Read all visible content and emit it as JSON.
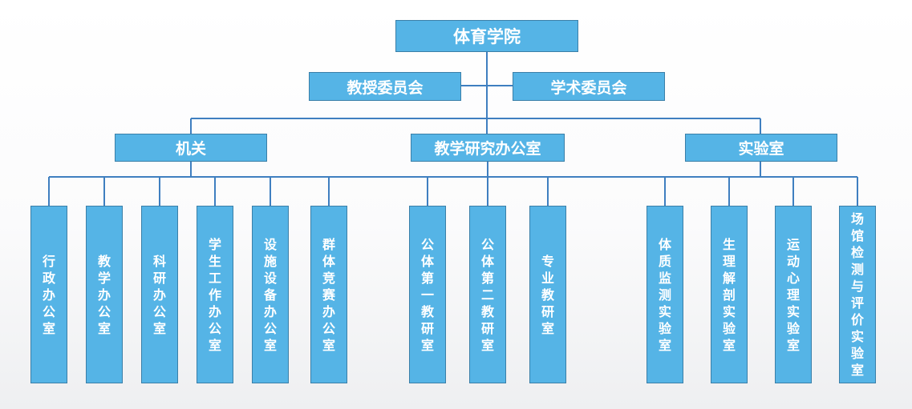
{
  "root": {
    "label": "体育学院"
  },
  "committees": [
    {
      "label": "教授委员会"
    },
    {
      "label": "学术委员会"
    }
  ],
  "departments": [
    {
      "label": "机关",
      "children": [
        "行政办公室",
        "教学办公室",
        "科研办公室",
        "学生工作办公室",
        "设施设备办公室",
        "群体竞赛办公室"
      ]
    },
    {
      "label": "教学研究办公室",
      "children": [
        "公体第一教研室",
        "公体第二教研室",
        "专业教研室"
      ]
    },
    {
      "label": "实验室",
      "children": [
        "体质监测实验室",
        "生理解剖实验室",
        "运动心理实验室",
        "场馆检测与评价实验室"
      ]
    }
  ],
  "colors": {
    "box_fill": "#55b4e6",
    "box_border": "#3a7fa8",
    "connector": "#3f7fc0",
    "text": "#ffffff"
  }
}
